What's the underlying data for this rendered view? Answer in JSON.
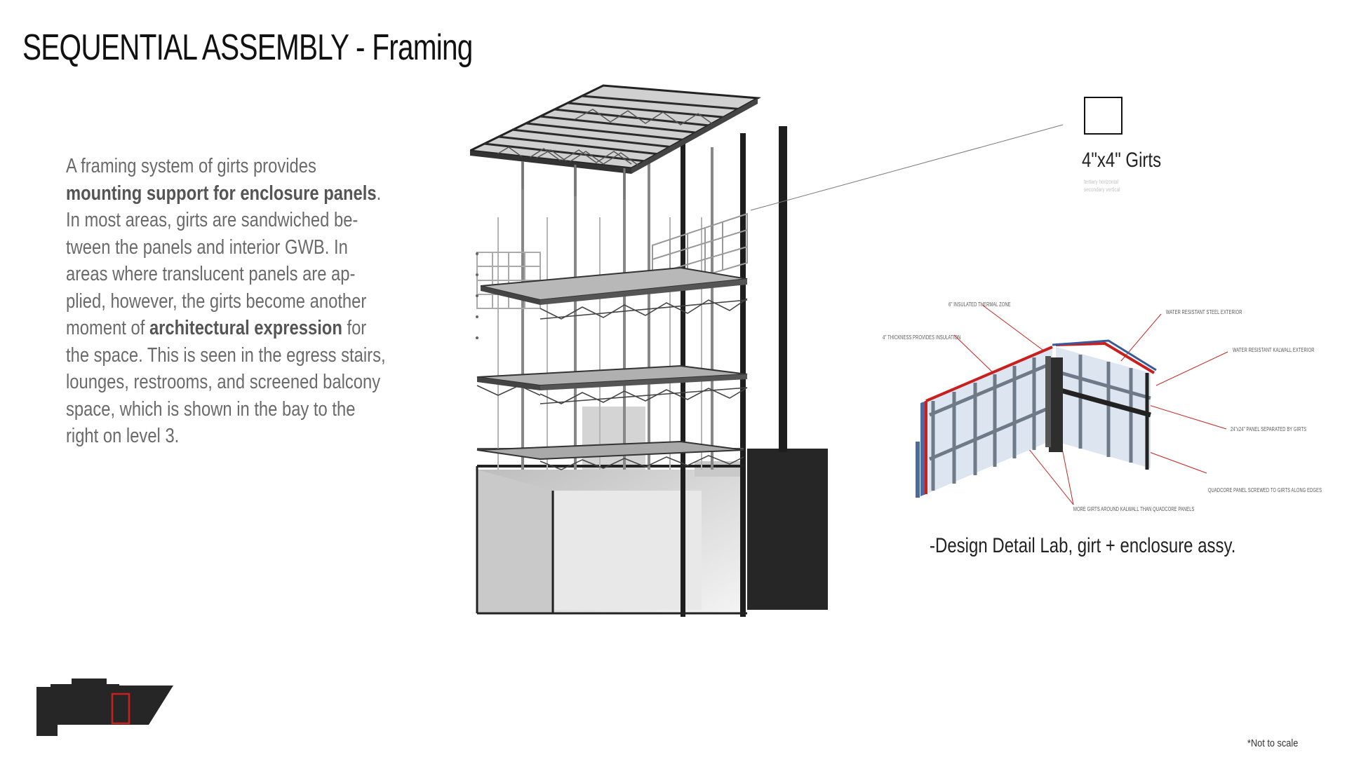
{
  "page": {
    "title": "SEQUENTIAL ASSEMBLY - Framing",
    "description": {
      "part1": "A framing system of girts provides ",
      "strong1": "mounting support for enclosure panels",
      "part2": ". In most areas, girts are sandwiched be-tween the panels and interior GWB. In areas where translucent panels are ap-plied, however, the girts become another moment of ",
      "strong2": "architectural expression",
      "part3": " for the space. This is seen in the egress stairs, lounges, restrooms, and screened balcony space, which is shown in the bay to the right on level 3."
    },
    "girt_legend": {
      "label": "4\"x4\" Girts",
      "note_line1": "tertiary horizontal",
      "note_line2": "secondary vertical"
    },
    "detail": {
      "callouts": [
        "6\" INSULATED THERMAL ZONE",
        "WATER RESISTANT STEEL EXTERIOR",
        "4\" THICKNESS PROVIDES INSULATION",
        "WATER RESISTANT KALWALL EXTERIOR",
        "24\"x24\" PANEL SEPARATED BY GIRTS",
        "QUADCORE PANEL SCREWED TO GIRTS ALONG EDGES",
        "MORE GIRTS AROUND KALWALL THAN QUADCORE PANELS"
      ],
      "caption": "-Design Detail Lab, girt + enclosure assy."
    },
    "scale_note": "*Not to scale",
    "colors": {
      "frame": "#2a2a2a",
      "steel_grey": "#9a9a9a",
      "accent_red": "#c8201e",
      "panel_blue": "#dde6f0",
      "text_grey": "#6a6a6a"
    }
  }
}
